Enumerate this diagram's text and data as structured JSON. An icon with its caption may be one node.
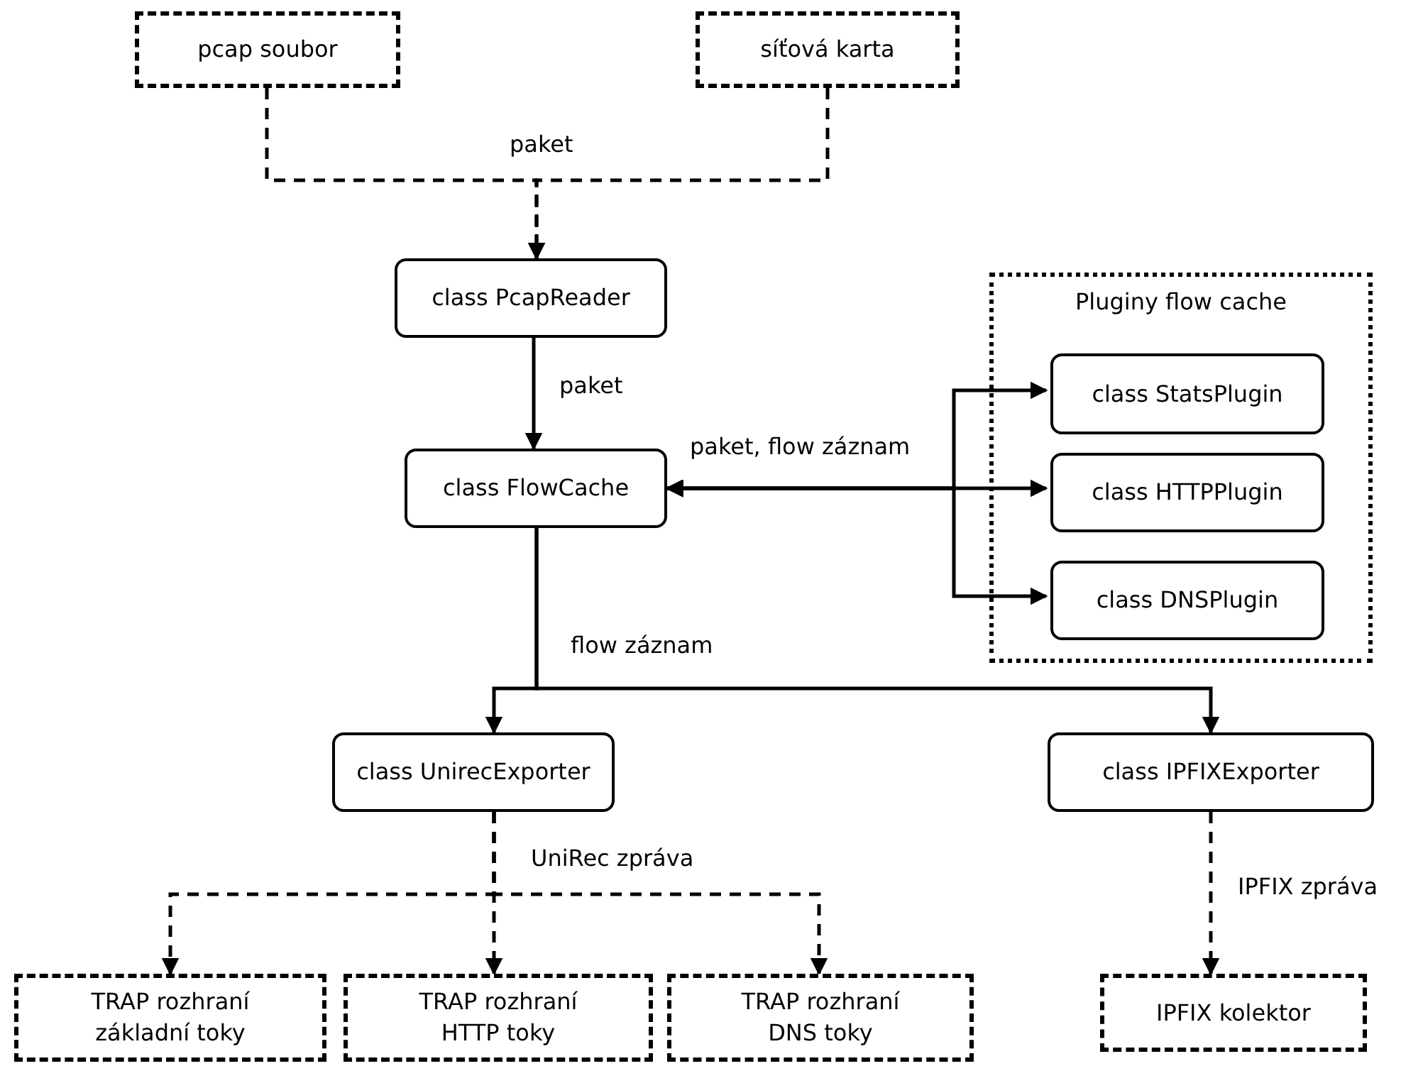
{
  "diagram": {
    "nodes": [
      {
        "text": [
          "pcap soubor"
        ]
      },
      {
        "text": [
          "síťová karta"
        ]
      },
      {
        "text": [
          "class PcapReader"
        ]
      },
      {
        "text": [
          "class FlowCache"
        ]
      },
      {
        "text": [
          "Pluginy flow cache"
        ]
      },
      {
        "text": [
          "class StatsPlugin"
        ],
        "in": 4
      },
      {
        "text": [
          "class HTTPPlugin"
        ],
        "in": 4
      },
      {
        "text": [
          "class DNSPlugin"
        ],
        "in": 4
      },
      {
        "text": [
          "class UnirecExporter"
        ]
      },
      {
        "text": [
          "class IPFIXExporter"
        ]
      },
      {
        "text": [
          "TRAP rozhraní základní toky"
        ]
      },
      {
        "text": [
          "TRAP rozhraní HTTP toky"
        ]
      },
      {
        "text": [
          "TRAP rozhraní DNS toky"
        ]
      },
      {
        "text": [
          "IPFIX kolektor"
        ]
      }
    ],
    "edges": [
      {
        "from": 0,
        "to": 2,
        "arrow": "to",
        "style": "dashed",
        "label": "paket"
      },
      {
        "from": 1,
        "to": 2,
        "arrow": "to",
        "style": "dashed"
      },
      {
        "from": 2,
        "to": 3,
        "arrow": "to",
        "label": "paket"
      },
      {
        "from": 3,
        "to": 5,
        "arrow": "both"
      },
      {
        "from": 3,
        "to": 6,
        "arrow": "both",
        "label": "paket, flow záznam"
      },
      {
        "from": 3,
        "to": 7,
        "arrow": "both"
      },
      {
        "from": 3,
        "to": 8,
        "arrow": "to",
        "label": "flow záznam"
      },
      {
        "from": 3,
        "to": 9,
        "arrow": "to"
      },
      {
        "from": 8,
        "to": 10,
        "arrow": "to",
        "style": "dashed",
        "label": "UniRec zpráva"
      },
      {
        "from": 8,
        "to": 11,
        "arrow": "to",
        "style": "dashed"
      },
      {
        "from": 8,
        "to": 12,
        "arrow": "to",
        "style": "dashed"
      },
      {
        "from": 9,
        "to": 13,
        "arrow": "to",
        "style": "dashed",
        "label": "IPFIX zpráva"
      }
    ]
  }
}
